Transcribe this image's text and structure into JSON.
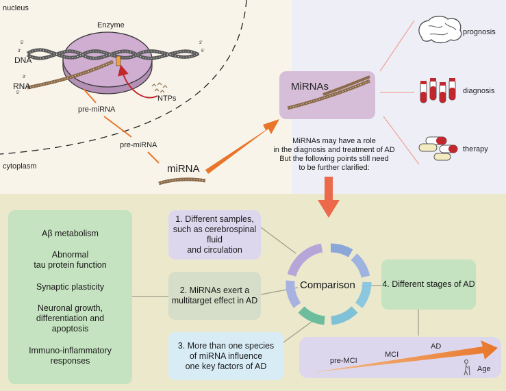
{
  "top_left": {
    "nucleus_label": "nucleus",
    "cytoplasm_label": "cytoplasm",
    "enzyme_label": "Enzyme",
    "dna_label": "DNA",
    "rna_label": "RNA",
    "ntps_label": "NTPs",
    "pre_mirna_label_1": "pre-miRNA",
    "pre_mirna_label_2": "pre-miRNA",
    "mirna_label": "miRNA",
    "strand_marks": [
      "5'",
      "3'",
      "5'",
      "3'",
      "5'",
      "3'"
    ]
  },
  "top_right": {
    "mirnas_label": "MiRNAs",
    "role_text": [
      "MiRNAs may have a role",
      "in the diagnosis and treatment of AD",
      "But the following points still need",
      "to be further clarified:"
    ],
    "applications": [
      {
        "label": "prognosis",
        "icon": "brain-icon"
      },
      {
        "label": "diagnosis",
        "icon": "blood-tubes-icon"
      },
      {
        "label": "therapy",
        "icon": "pills-icon"
      }
    ]
  },
  "bottom": {
    "functions": [
      "Aβ metabolism",
      "Abnormal\ntau protein function",
      "Synaptic plasticity",
      "Neuronal growth,\ndifferentiation and\napoptosis",
      "Immuno-inflammatory\nresponses"
    ],
    "point1": "1. Different samples,\nsuch as cerebrospinal fluid\nand circulation",
    "point2": "2. MiRNAs exert a\nmultitarget effect in AD",
    "point3": "3. More than one species\nof miRNA influence\none key factors of AD",
    "point4": "4. Different stages of AD",
    "comparison_label": "Comparison",
    "stages": [
      "pre-MCI",
      "MCI",
      "AD"
    ],
    "age_label": "Age"
  },
  "colors": {
    "top_left_bg": "#f8f4ea",
    "top_right_bg": "#eeeef7",
    "bottom_bg": "#ebe8cc",
    "green_box": "#c5e3c0",
    "lavender_box": "#ddd7ee",
    "grey_green_box": "#d6ddc8",
    "light_blue_box": "#d8ecf6",
    "arrow_orange": "#e8752a",
    "big_arrow_red": "#ec6a4b"
  }
}
